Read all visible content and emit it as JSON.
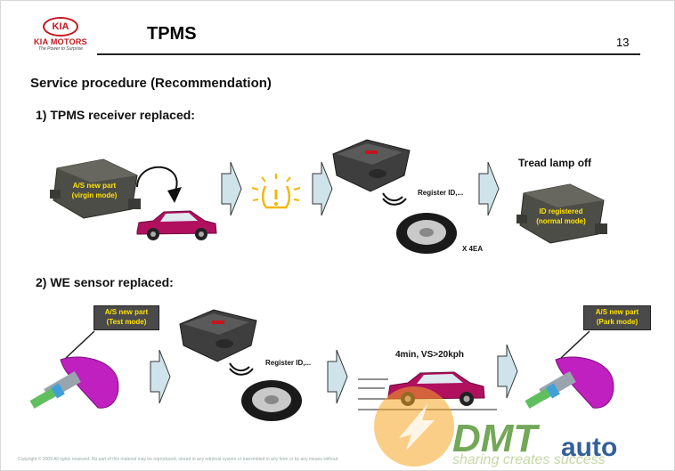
{
  "header": {
    "logo": {
      "oval_text": "KIA",
      "brand": "KIA MOTORS",
      "tagline": "The Power to Surprise"
    },
    "title": "TPMS",
    "page_number": "13"
  },
  "heading": "Service procedure (Recommendation)",
  "section1": {
    "title": "1) TPMS receiver replaced:",
    "virgin_label": "A/S new part\n(virgin mode)",
    "register_label": "Register ID,...",
    "quantity_label": "X 4EA",
    "tread_label": "Tread lamp off",
    "registered_label": "ID registered\n(normal mode)"
  },
  "section2": {
    "title": "2) WE sensor replaced:",
    "test_label": "A/S new part\n(Test mode)",
    "register_label": "Register ID,...",
    "drive_label": "4min, VS>20kph",
    "park_label": "A/S new part\n(Park mode)"
  },
  "footer": {
    "copyright": "Copyright © 2009 All rights reserved. No part of this material may be reproduced, stored in any retrieval system or transmitted in any form or by any means without",
    "watermark_main": "DMT",
    "watermark_auto": "auto",
    "watermark_slogan": "sharing creates success"
  },
  "colors": {
    "kia_red": "#c4161c",
    "label_yellow": "#ffe300",
    "car_magenta": "#b0105e",
    "sensor_magenta": "#c020c0",
    "arrow_fill": "#cfe4ea"
  },
  "icons": [
    "tpms-warning-lamp-icon",
    "curved-arrow-icon",
    "signal-waves-icon",
    "process-arrow-icon"
  ]
}
